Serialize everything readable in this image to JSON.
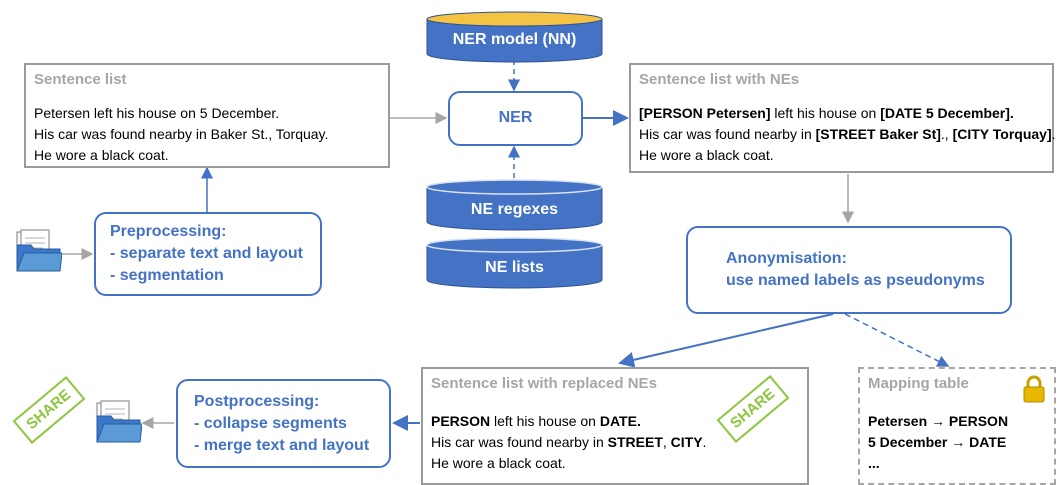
{
  "ner_model": "NER model (NN)",
  "ner": "NER",
  "ne_regexes": "NE regexes",
  "ne_lists": "NE lists",
  "sentence_list": {
    "title": "Sentence list",
    "lines": [
      "Petersen left his house on 5 December.",
      "His car was found nearby in Baker St., Torquay.",
      "He wore a black coat."
    ]
  },
  "sentence_list_nes": {
    "title": "Sentence list with NEs",
    "line1": {
      "b1": "[PERSON Petersen]",
      "t1": " left his house on ",
      "b2": "[DATE 5 December]."
    },
    "line2": {
      "t1": "His car was found nearby in ",
      "b1": "[STREET Baker St]",
      "t2": "., ",
      "b2": "[CITY Torquay]",
      "t3": "."
    },
    "line3": "He wore a black coat."
  },
  "preprocessing": {
    "title": "Preprocessing:",
    "items": [
      "- separate text and layout",
      "- segmentation"
    ]
  },
  "anonymisation": {
    "title": "Anonymisation:",
    "subtitle": "use named labels as pseudonyms"
  },
  "sentence_list_replaced": {
    "title": "Sentence list with replaced NEs",
    "line1": {
      "b1": "PERSON",
      "t1": " left his house on ",
      "b2": "DATE."
    },
    "line2": {
      "t1": "His car was found nearby in ",
      "b1": "STREET",
      "t2": ", ",
      "b2": "CITY",
      "t3": "."
    },
    "line3": "He wore a black coat."
  },
  "postprocessing": {
    "title": "Postprocessing:",
    "items": [
      "- collapse segments",
      "- merge text and layout"
    ]
  },
  "mapping_table": {
    "title": "Mapping table",
    "rows": [
      "Petersen → PERSON",
      "5 December → DATE",
      "..."
    ]
  },
  "share_label": "SHARE",
  "colors": {
    "blue": "#4472c4",
    "grey": "#a6a6a6",
    "green": "#8dc63f",
    "lock_gold": "#e8b800"
  }
}
